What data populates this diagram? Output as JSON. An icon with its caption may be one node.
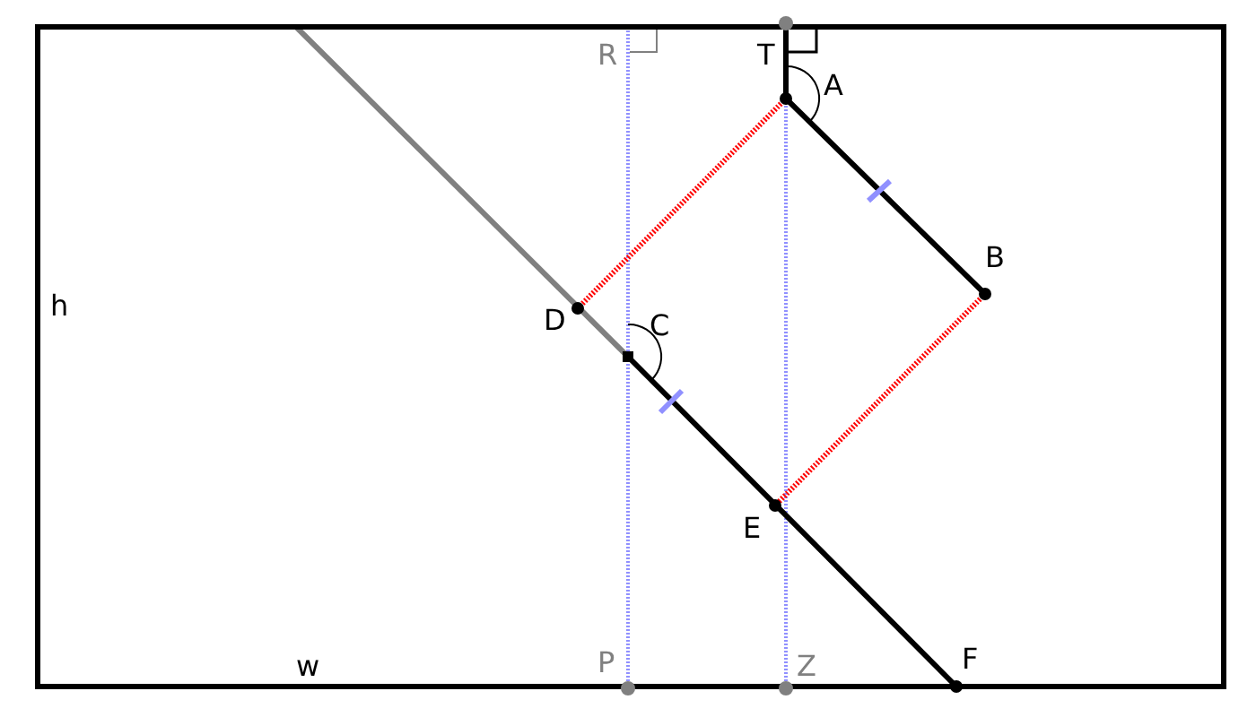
{
  "diagram": {
    "labels": [
      "R",
      "T",
      "A",
      "B",
      "h",
      "D",
      "C",
      "E",
      "w",
      "P",
      "Z",
      "F"
    ]
  }
}
